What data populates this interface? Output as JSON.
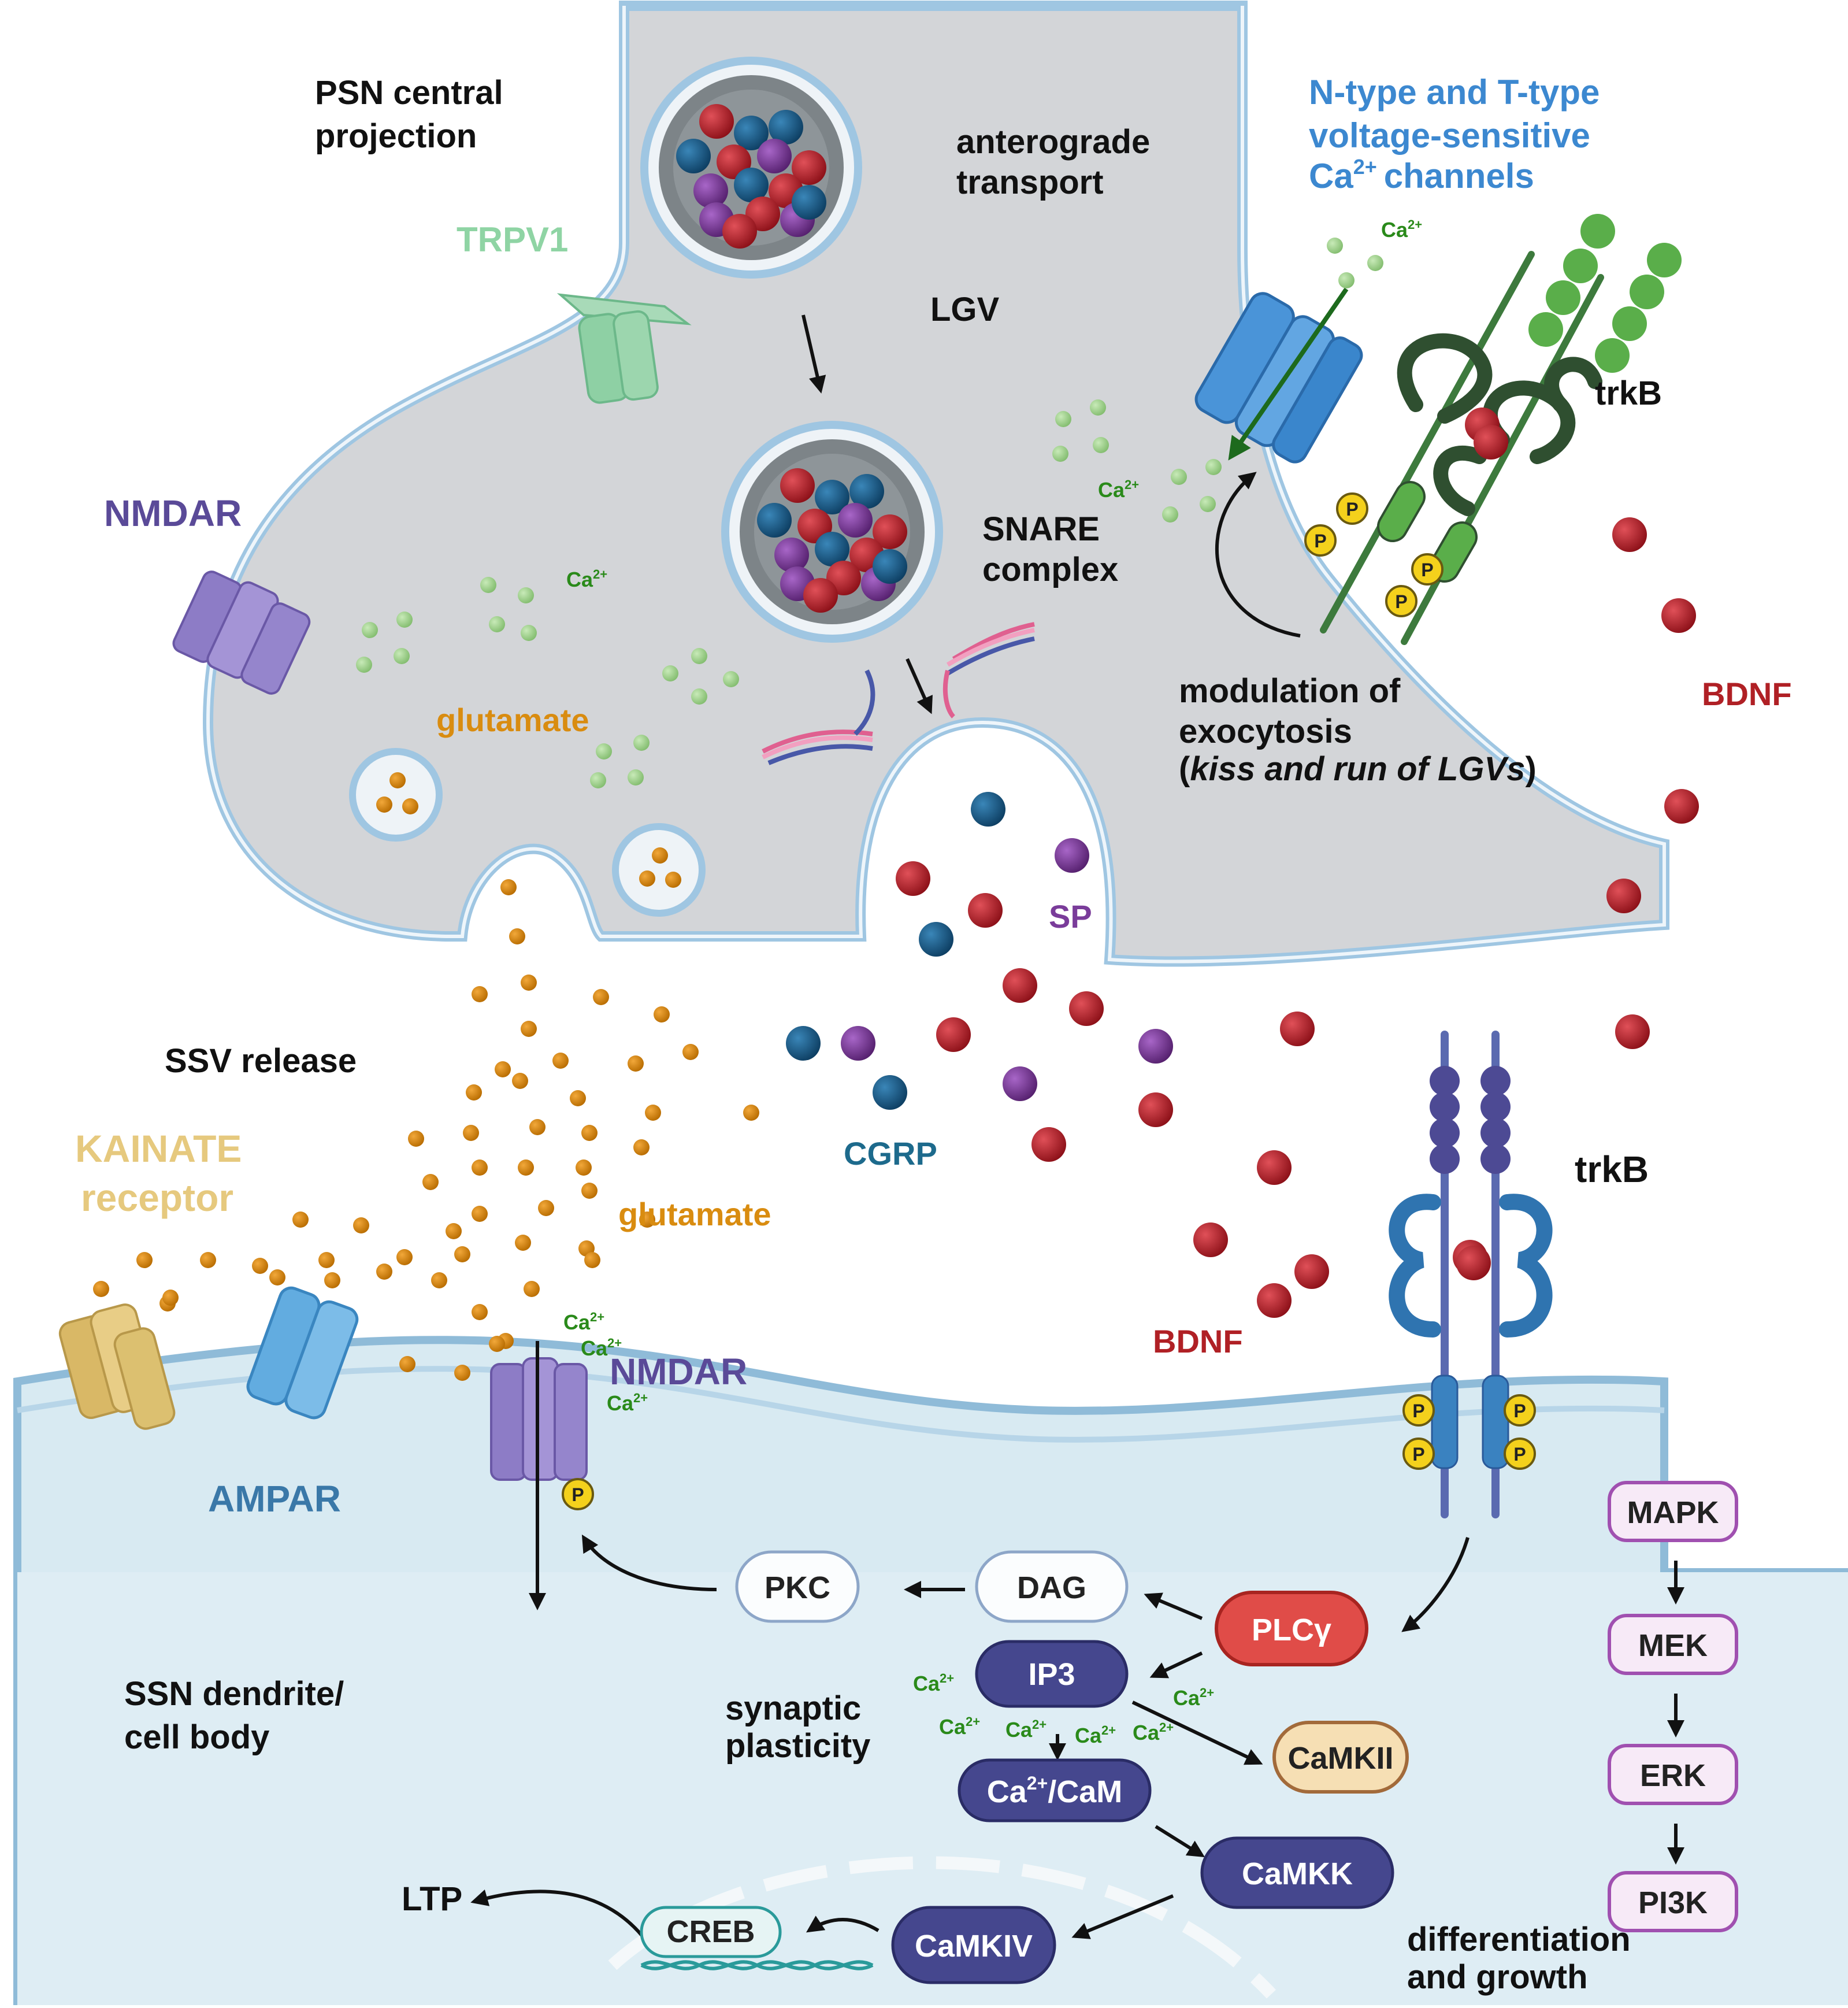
{
  "labels": {
    "psn_line1": "PSN central",
    "psn_line2": "projection",
    "trpv1": "TRPV1",
    "nmdar_top": "NMDAR",
    "anterograde_1": "anterograde",
    "anterograde_2": "transport",
    "lgv": "LGV",
    "snare_1": "SNARE",
    "snare_2": "complex",
    "ntype_1": "N-type and T-type",
    "ntype_2": "voltage-sensitive",
    "ntype_3": "Ca",
    "ntype_3b": "channels",
    "trkb_top": "trkB",
    "bdnf_right": "BDNF",
    "modulation_1": "modulation of",
    "modulation_2": "exocytosis",
    "modulation_3a": "(",
    "modulation_3b": "kiss and run of LGVs",
    "modulation_3c": ")",
    "glutamate_top": "glutamate",
    "ca": "Ca",
    "sup": "2+",
    "sp": "SP",
    "ssv_release": "SSV release",
    "kainate_1": "KAINATE",
    "kainate_2": "receptor",
    "cgrp": "CGRP",
    "glutamate_bottom": "glutamate",
    "nmdar_bottom": "NMDAR",
    "bdnf_bottom": "BDNF",
    "trkb_bottom": "trkB",
    "ampar": "AMPAR",
    "ssn_1": "SSN dendrite/",
    "ssn_2": "cell body",
    "synaptic_1": "synaptic",
    "synaptic_2": "plasticity",
    "ltp": "LTP",
    "differentiation_1": "differentiation",
    "differentiation_2": "and growth",
    "p": "P"
  },
  "nodes": {
    "pkc": "PKC",
    "dag": "DAG",
    "plcg": "PLCγ",
    "ip3": "IP3",
    "cam_a": "Ca",
    "cam_b": "/CaM",
    "camkii": "CaMKII",
    "camkk": "CaMKK",
    "camkiv": "CaMKIV",
    "creb": "CREB",
    "mapk": "MAPK",
    "mek": "MEK",
    "erk": "ERK",
    "pi3k": "PI3K"
  },
  "colors": {
    "neuron_fill": "#d3d5d8",
    "membrane": "#9fc6e2",
    "postsyn_fill": "#d8eaf2",
    "glutamate": "#d98c10",
    "ca": "#9ccc88",
    "bdnf": "#b02025",
    "cgrp": "#1d5e8c",
    "sp": "#7a3c9a",
    "nmdar": "#6f5aa8",
    "trpv1": "#86cc9c",
    "ntype": "#3c88d0",
    "kainate": "#e0c278",
    "ampar": "#6cb0dc",
    "trkb_dark": "#2f4f30",
    "trkb_blue": "#3a82c0",
    "plcg": "#e04c48",
    "dark_node": "#45478e",
    "camkii": "#f6dfb4",
    "purple_node": "#a050b0"
  }
}
